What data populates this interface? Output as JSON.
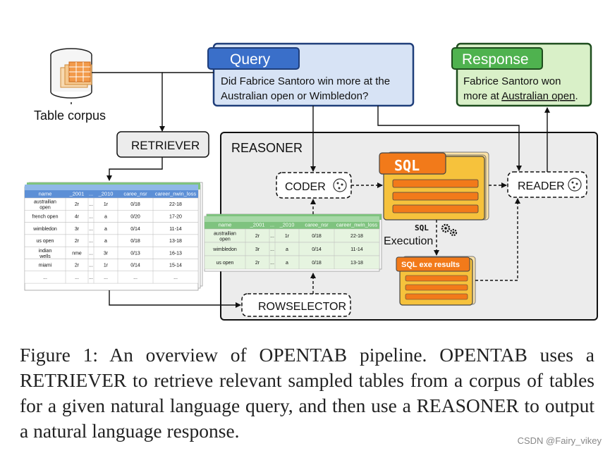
{
  "table_corpus": {
    "label": "Table corpus"
  },
  "query": {
    "title": "Query",
    "text_line1": "Did Fabrice Santoro win more at the",
    "text_line2": "Australian open or Wimbledon?"
  },
  "response": {
    "title": "Response",
    "text_line1": "Fabrice Santoro won",
    "text_line2_prefix": "more at ",
    "text_line2_link": "Australian open",
    "text_line2_suffix": "."
  },
  "components": {
    "retriever": "RETRIEVER",
    "reasoner": "REASONER",
    "coder": "CODER",
    "reader": "READER",
    "rowselector": "ROWSELECTOR",
    "sql": "SQL",
    "sql_exec_label": "SQL",
    "execution": "Execution",
    "sql_exe_results": "SQL exe results"
  },
  "big_table": {
    "headers": [
      "name",
      "_2001",
      "...",
      "_2010",
      "caree_nsr",
      "career_nwin_loss"
    ],
    "rows": [
      [
        "austrailian open",
        "2r",
        "...",
        "1r",
        "0/18",
        "22-18"
      ],
      [
        "french open",
        "4r",
        "...",
        "a",
        "0/20",
        "17-20"
      ],
      [
        "wimbledon",
        "3r",
        "...",
        "a",
        "0/14",
        "11-14"
      ],
      [
        "us open",
        "2r",
        "...",
        "a",
        "0/18",
        "13-18"
      ],
      [
        "indian wells",
        "nme",
        "...",
        "3r",
        "0/13",
        "16-13"
      ],
      [
        "miami",
        "2r",
        "...",
        "1r",
        "0/14",
        "15-14"
      ],
      [
        "...",
        "...",
        "...",
        "...",
        "...",
        "..."
      ]
    ]
  },
  "small_table": {
    "headers": [
      "name",
      "_2001",
      "...",
      "_2010",
      "caree_nsr",
      "career_nwin_loss"
    ],
    "rows": [
      [
        "austrailian open",
        "2r",
        "...",
        "1r",
        "0/18",
        "22-18"
      ],
      [
        "wimbledon",
        "3r",
        "...",
        "a",
        "0/14",
        "11-14"
      ],
      [
        "us open",
        "2r",
        "...",
        "a",
        "0/18",
        "13-18"
      ]
    ]
  },
  "caption": {
    "p1": "Figure 1: An overview of ",
    "opentab1": "OPENTAB",
    "p2": " pipeline. ",
    "opentab2": "OPENTAB",
    "p3": " uses a ",
    "retriever": "RETRIEVER",
    "p4": " to retrieve relevant sampled tables from a corpus of tables for a given natural language query, and then use a ",
    "reasoner": "REASONER",
    "p5": " to output a natural language response."
  },
  "watermark": "CSDN @Fairy_vikey",
  "colors": {
    "query_bg": "#d7e3f5",
    "query_title_bg": "#3a6fc9",
    "response_bg": "#d9f0c8",
    "response_title_bg": "#4fb24f",
    "reasoner_bg": "#ececec",
    "sql_orange": "#f27a1a",
    "sql_yellow": "#f6c23c",
    "table_header": "#5c8fd6",
    "table_header_green": "#7fc37f"
  }
}
